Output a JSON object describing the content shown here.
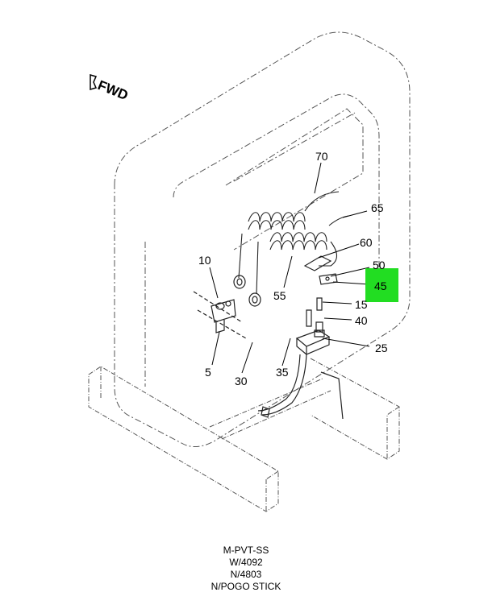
{
  "fwd_label": "FWD",
  "callouts": {
    "c70": "70",
    "c65": "65",
    "c60": "60",
    "c50": "50",
    "c45": "45",
    "c55": "55",
    "c15": "15",
    "c40": "40",
    "c25": "25",
    "c10": "10",
    "c5": "5",
    "c30": "30",
    "c35": "35"
  },
  "highlight_color": "#22dd22",
  "caption": {
    "line1": "M-PVT-SS",
    "line2": "W/4092",
    "line3": "N/4803",
    "line4": "N/POGO STICK"
  }
}
